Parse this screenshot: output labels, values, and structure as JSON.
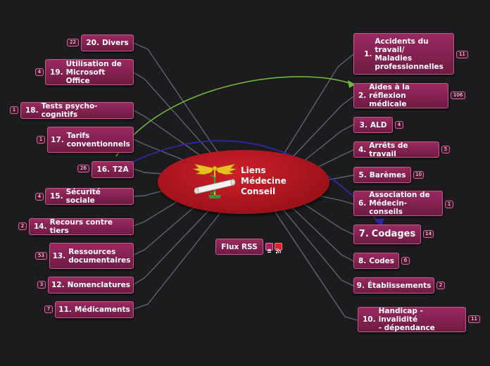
{
  "center": {
    "title": "Liens\nMédecine\nConseil",
    "logo": "caduceus-scroll-icon"
  },
  "rss": {
    "label": "Flux RSS",
    "icons": [
      "list-icon",
      "rss-feed-icon"
    ]
  },
  "colors": {
    "node": "#8a2454",
    "center": "#c41a25",
    "connector_green": "#6fb83a",
    "connector_blue": "#2a2aa0",
    "line": "#5a6470"
  },
  "topics_right": [
    {
      "num": "1.",
      "label": "Accidents du\ntravail/\nMaladies\nprofessionnelles",
      "count": "11"
    },
    {
      "num": "2.",
      "label": "Aides à la\nréflexion médicale",
      "count": "106"
    },
    {
      "num": "3.",
      "label": "ALD",
      "count": "4"
    },
    {
      "num": "4.",
      "label": "Arrêts de travail",
      "count": "5"
    },
    {
      "num": "5.",
      "label": "Barèmes",
      "count": "10"
    },
    {
      "num": "6.",
      "label": "Association de\nMédecin-conseils",
      "count": "1"
    },
    {
      "num": "7.",
      "label": "Codages",
      "count": "14"
    },
    {
      "num": "8.",
      "label": "Codes",
      "count": "6"
    },
    {
      "num": "9.",
      "label": "Établissements",
      "count": "2"
    },
    {
      "num": "10.",
      "label": "Handicap - invalidité\n- dépendance",
      "count": "11"
    }
  ],
  "topics_left": [
    {
      "num": "20.",
      "label": "Divers",
      "count": "22"
    },
    {
      "num": "19.",
      "label": "Utilisation de\nMicrosoft Office",
      "count": "4"
    },
    {
      "num": "18.",
      "label": "Tests psycho-cognitifs",
      "count": "1"
    },
    {
      "num": "17.",
      "label": "Tarifs\nconventionnels",
      "count": "1"
    },
    {
      "num": "16.",
      "label": "T2A",
      "count": "26"
    },
    {
      "num": "15.",
      "label": "Sécurité sociale",
      "count": "4"
    },
    {
      "num": "14.",
      "label": "Recours contre tiers",
      "count": "2"
    },
    {
      "num": "13.",
      "label": "Ressources\ndocumentaires",
      "count": "53"
    },
    {
      "num": "12.",
      "label": "Nomenclatures",
      "count": "3"
    },
    {
      "num": "11.",
      "label": "Médicaments",
      "count": "7"
    }
  ]
}
